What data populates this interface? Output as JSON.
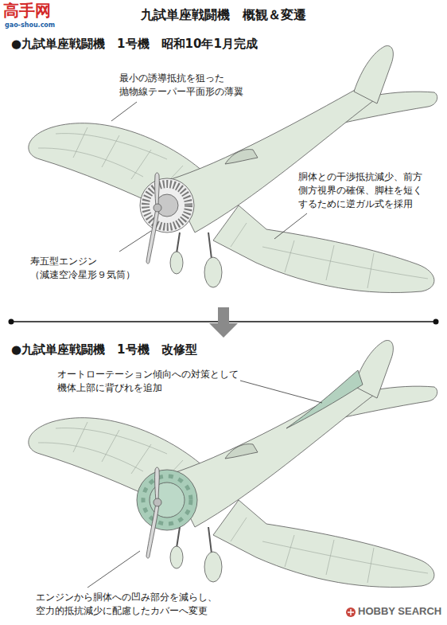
{
  "diagram": {
    "title": "九試単座戦闘機　概観＆変遷",
    "nodes": [
      {
        "text": [
          "●九試単座戦闘機　1号機　昭和10年1月完成"
        ]
      },
      {
        "text": [
          "●九試単座戦闘機　1号機　改修型"
        ]
      }
    ],
    "edges": [
      {
        "from": 0,
        "to": 1,
        "arrow": "to"
      }
    ],
    "labels": [
      "高手网",
      "gao-shou.com",
      "最小の誘導抵抗を狙った 抛物線テーパー平面形の薄翼",
      "胴体との干渉抵抗減少、前方 側方視界の確保、脚柱を短く するために逆ガル式を採用",
      "寿五型エンジン （減速空冷星形９気筒）",
      "オートローテーション傾向への対策として 機体上部に背びれを追加",
      "エンジンから胴体への凹み部分を減らし、 空力的抵抗減少に配慮したカバーへ変更",
      "HOBBY SEARCH"
    ]
  }
}
